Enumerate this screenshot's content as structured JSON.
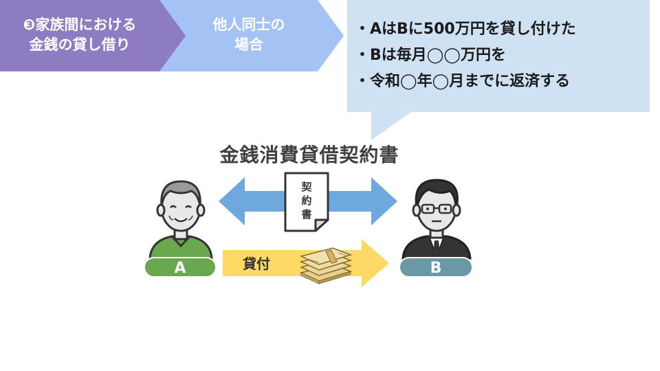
{
  "breadcrumb": {
    "step1": {
      "line1": "❸家族間における",
      "line2": "金銭の貸し借り",
      "color": "#8e7cc3"
    },
    "step2": {
      "line1": "他人同士の",
      "line2": "場合",
      "color": "#a4c2f4"
    }
  },
  "callout": {
    "lines": [
      "・AはBに500万円を貸し付けた",
      "・Bは毎月◯◯万円を",
      "・令和◯年◯月までに返済する"
    ],
    "bg_color": "#cfe2f3"
  },
  "diagram": {
    "title": "金銭消費貸借契約書",
    "contract_chars": [
      "契",
      "約",
      "書"
    ],
    "loan_label": "貸付",
    "person_a": {
      "label": "A",
      "color": "#6aa84f"
    },
    "person_b": {
      "label": "B",
      "color": "#6b98a6"
    },
    "arrow_color": "#6fa8dc",
    "loan_arrow_color": "#ffd966"
  }
}
